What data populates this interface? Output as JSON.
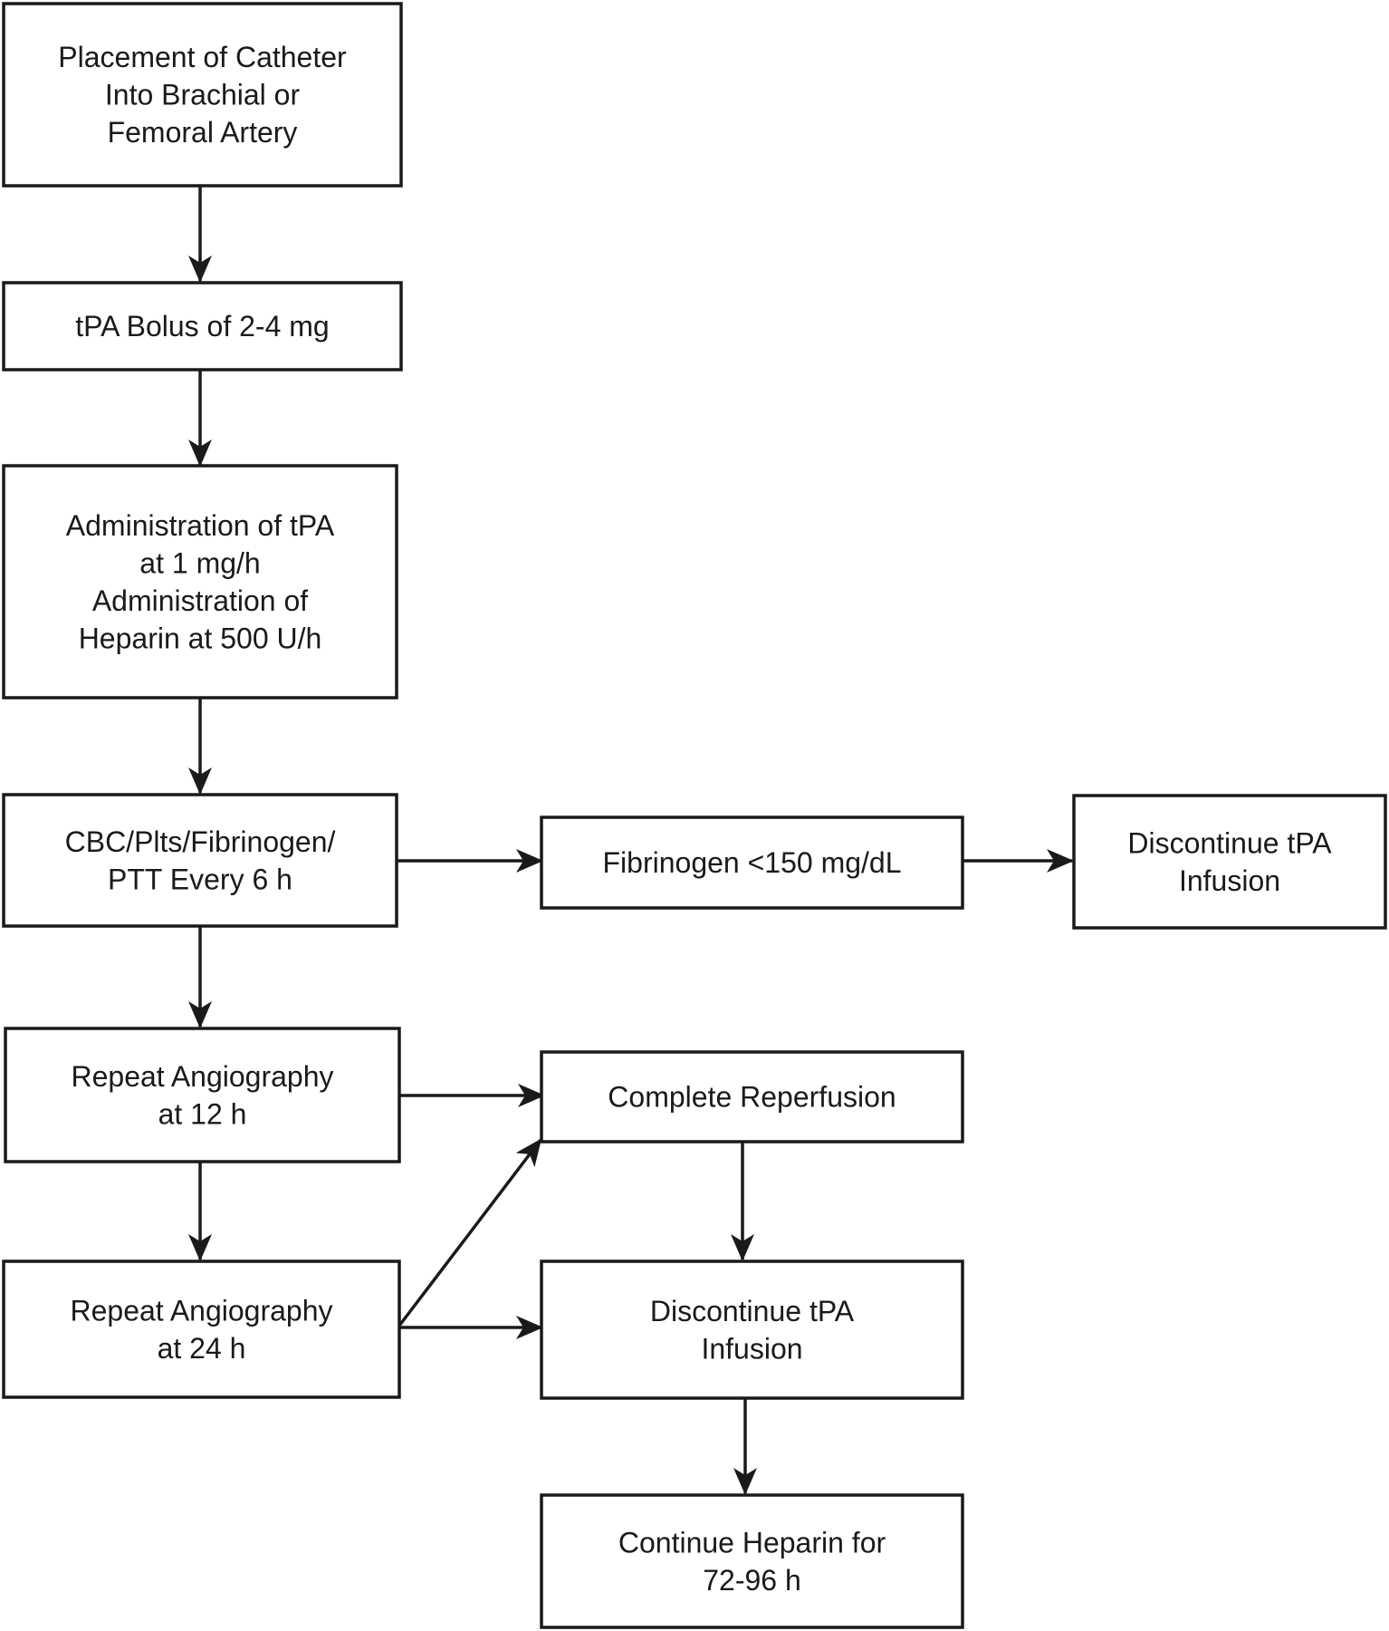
{
  "nodes": {
    "catheter": [
      "Placement of Catheter",
      "Into Brachial or",
      "Femoral Artery"
    ],
    "bolus": [
      "tPA Bolus of 2-4 mg"
    ],
    "administration": [
      "Administration of tPA",
      "at 1 mg/h",
      "Administration of",
      "Heparin at 500 U/h"
    ],
    "labs": [
      "CBC/Plts/Fibrinogen/",
      "PTT Every 6 h"
    ],
    "fibrinogen": [
      "Fibrinogen <150 mg/dL"
    ],
    "discontinue_top": [
      "Discontinue tPA",
      "Infusion"
    ],
    "angio12": [
      "Repeat Angiography",
      "at 12 h"
    ],
    "reperfusion": [
      "Complete Reperfusion"
    ],
    "angio24": [
      "Repeat Angiography",
      "at 24 h"
    ],
    "discontinue_bottom": [
      "Discontinue tPA",
      "Infusion"
    ],
    "heparin": [
      "Continue Heparin for",
      "72-96 h"
    ]
  },
  "colors": {
    "stroke": "#1a1a1a",
    "background": "#ffffff"
  }
}
